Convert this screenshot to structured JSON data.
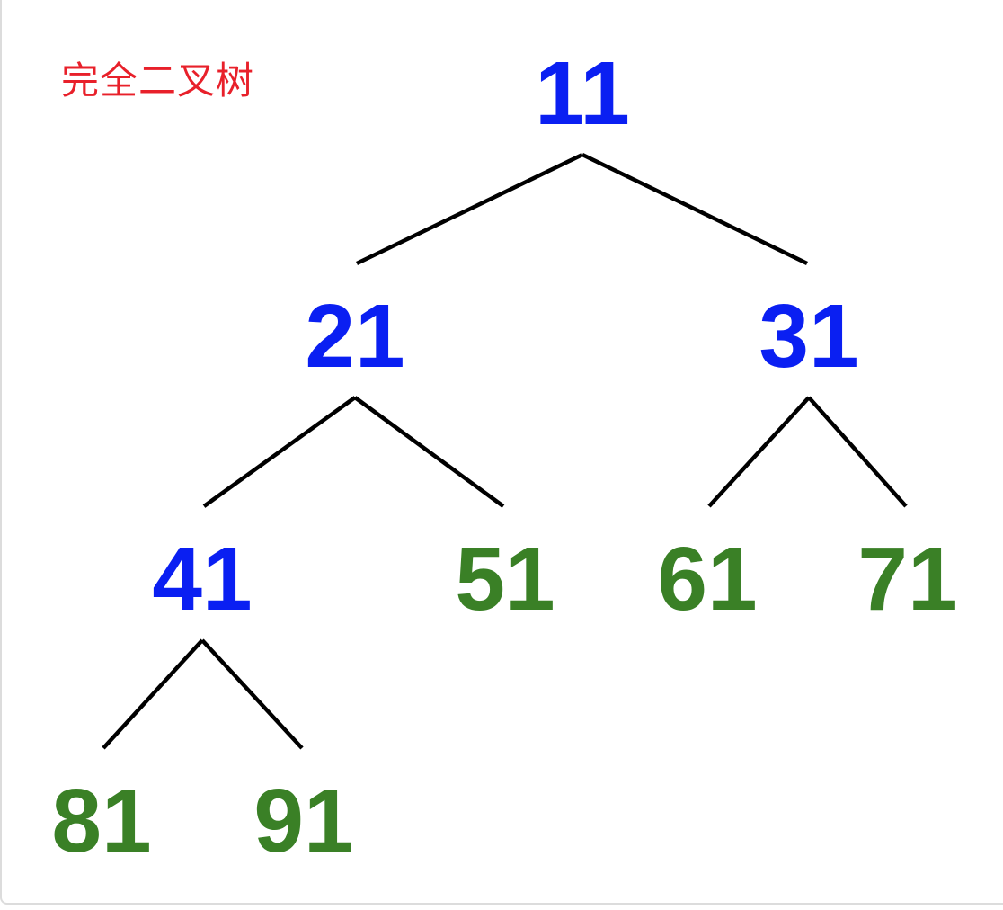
{
  "title": "完全二叉树",
  "colors": {
    "title": "#e8202a",
    "internal": "#0a1ff2",
    "leaf": "#3a8026",
    "edge": "#000000"
  },
  "tree": {
    "nodes": [
      {
        "id": "n11",
        "label": "11",
        "type": "internal"
      },
      {
        "id": "n21",
        "label": "21",
        "type": "internal"
      },
      {
        "id": "n31",
        "label": "31",
        "type": "internal"
      },
      {
        "id": "n41",
        "label": "41",
        "type": "internal"
      },
      {
        "id": "n51",
        "label": "51",
        "type": "leaf"
      },
      {
        "id": "n61",
        "label": "61",
        "type": "leaf"
      },
      {
        "id": "n71",
        "label": "71",
        "type": "leaf"
      },
      {
        "id": "n81",
        "label": "81",
        "type": "leaf"
      },
      {
        "id": "n91",
        "label": "91",
        "type": "leaf"
      }
    ],
    "edges": [
      [
        "n11",
        "n21"
      ],
      [
        "n11",
        "n31"
      ],
      [
        "n21",
        "n41"
      ],
      [
        "n21",
        "n51"
      ],
      [
        "n31",
        "n61"
      ],
      [
        "n31",
        "n71"
      ],
      [
        "n41",
        "n81"
      ],
      [
        "n41",
        "n91"
      ]
    ]
  }
}
